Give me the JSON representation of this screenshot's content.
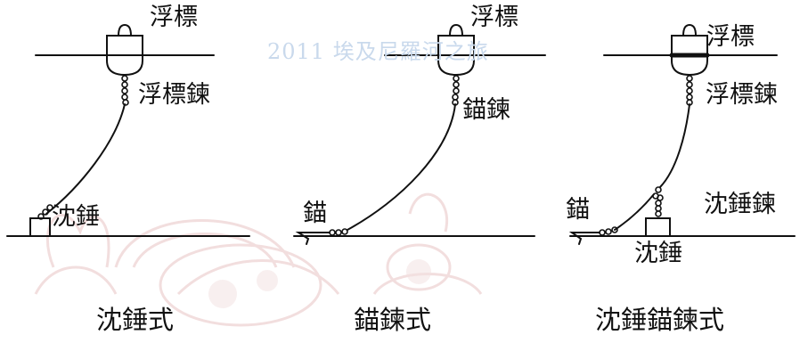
{
  "watermark": "2011 埃及尼羅河之旅",
  "panels": [
    {
      "buoy_label": "浮標",
      "chain_label": "浮標鍊",
      "sinker_label": "沈錘",
      "caption": "沈錘式"
    },
    {
      "buoy_label": "浮標",
      "chain_label": "錨鍊",
      "anchor_label": "錨",
      "caption": "錨鍊式"
    },
    {
      "buoy_label": "浮標",
      "chain_label": "浮標鍊",
      "anchor_label": "錨",
      "sinker_chain_label": "沈錘鍊",
      "sinker_label": "沈錘",
      "caption": "沈錘錨鍊式"
    }
  ],
  "colors": {
    "ink": "#111111",
    "watermark": "#c9d9ec",
    "basket": "#e9c7c7"
  }
}
